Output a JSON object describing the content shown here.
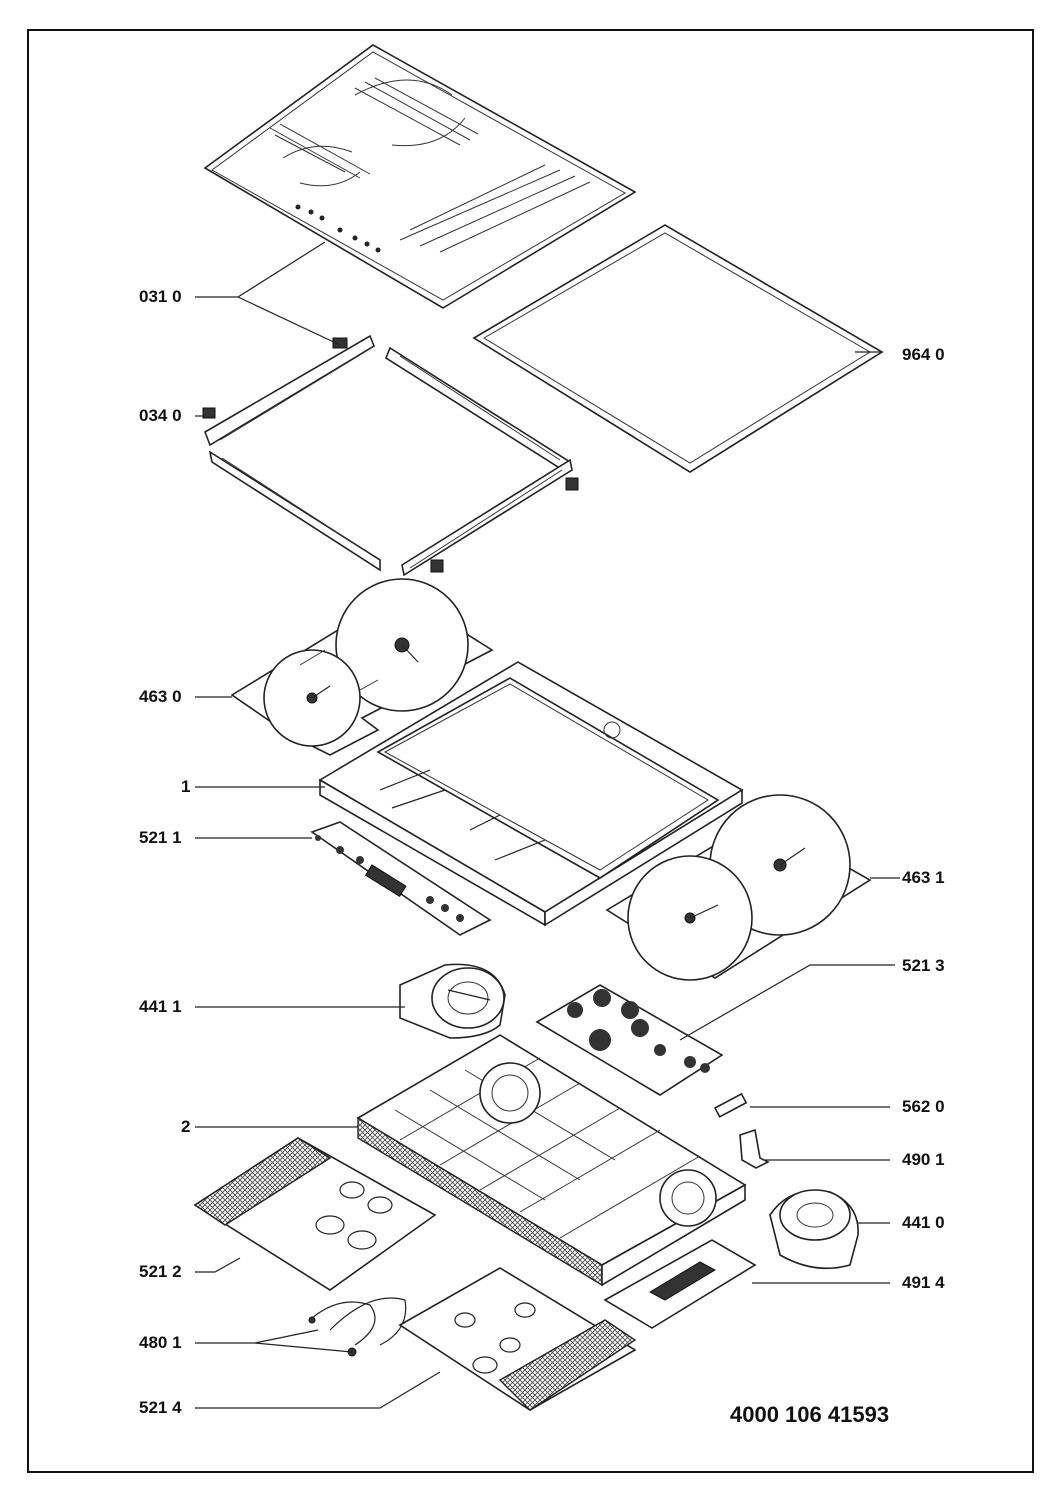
{
  "document_number": "4000 106 41593",
  "callouts": [
    {
      "id": "glass-top",
      "text": "031 0"
    },
    {
      "id": "gasket",
      "text": "964 0"
    },
    {
      "id": "clips",
      "text": "034 0"
    },
    {
      "id": "coil-plate-left",
      "text": "463 0"
    },
    {
      "id": "frame",
      "text": "1"
    },
    {
      "id": "control-board",
      "text": "521 1"
    },
    {
      "id": "coil-plate-right",
      "text": "463 1"
    },
    {
      "id": "power-board-a",
      "text": "521 3"
    },
    {
      "id": "fan-upper",
      "text": "441 1"
    },
    {
      "id": "fuse",
      "text": "562 0"
    },
    {
      "id": "base-tray",
      "text": "2"
    },
    {
      "id": "bracket",
      "text": "490 1"
    },
    {
      "id": "fan-lower",
      "text": "441 0"
    },
    {
      "id": "power-board-b",
      "text": "521 2"
    },
    {
      "id": "filter-board",
      "text": "491 4"
    },
    {
      "id": "wiring",
      "text": "480 1"
    },
    {
      "id": "power-board-c",
      "text": "521 4"
    }
  ]
}
